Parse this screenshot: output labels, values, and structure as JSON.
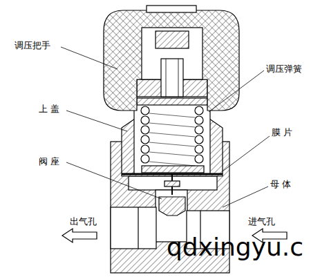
{
  "diagram": {
    "labels": [
      "调压把手",
      "调压弹簧",
      "上 盖",
      "膜 片",
      "阀 座",
      "母 体",
      "出气孔",
      "进气孔",
      "qdxingyu.c"
    ]
  }
}
